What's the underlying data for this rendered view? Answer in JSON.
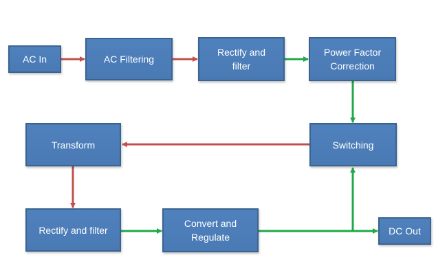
{
  "colors": {
    "box_fill": "#4f81bd",
    "box_border": "#3a6391",
    "red_arrow": "#c0504d",
    "green_arrow": "#20a84a",
    "text": "#ffffff"
  },
  "blocks": {
    "ac_in": "AC In",
    "ac_filtering": "AC Filtering",
    "rectify_filter_top": "Rectify and\nfilter",
    "pfc": "Power Factor\nCorrection",
    "switching": "Switching",
    "transform": "Transform",
    "rectify_filter_bottom": "Rectify and filter",
    "convert_regulate": "Convert and\nRegulate",
    "dc_out": "DC Out"
  },
  "connections": [
    {
      "from": "ac_in",
      "to": "ac_filtering",
      "color": "red"
    },
    {
      "from": "ac_filtering",
      "to": "rectify_filter_top",
      "color": "red"
    },
    {
      "from": "rectify_filter_top",
      "to": "pfc",
      "color": "green"
    },
    {
      "from": "pfc",
      "to": "switching",
      "color": "green"
    },
    {
      "from": "switching",
      "to": "transform",
      "color": "red"
    },
    {
      "from": "transform",
      "to": "rectify_filter_bottom",
      "color": "red"
    },
    {
      "from": "rectify_filter_bottom",
      "to": "convert_regulate",
      "color": "green"
    },
    {
      "from": "convert_regulate",
      "to": "dc_out",
      "color": "green"
    },
    {
      "from": "convert_regulate",
      "to": "switching",
      "color": "green"
    }
  ]
}
